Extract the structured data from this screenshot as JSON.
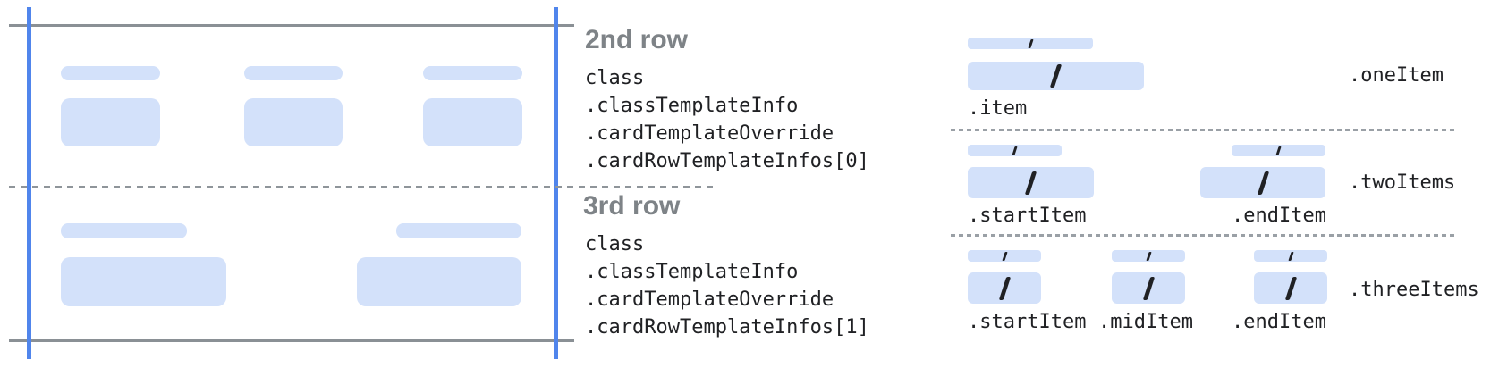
{
  "card": {
    "top_row_placeholder_columns": 3,
    "bottom_row_placeholder_columns": 2,
    "colors": {
      "placeholder_fill": "#d3e1fa",
      "guide_line_blue": "#5085ec",
      "frame_line_gray": "#8a9095",
      "row_divider_gray": "#8f959a"
    }
  },
  "annotations": [
    {
      "heading": "2nd row",
      "lines": [
        "class",
        ".classTemplateInfo",
        ".cardTemplateOverride",
        ".cardRowTemplateInfos[0]"
      ]
    },
    {
      "heading": "3rd row",
      "lines": [
        "class",
        ".classTemplateInfo",
        ".cardTemplateOverride",
        ".cardRowTemplateInfos[1]"
      ]
    }
  ],
  "layouts": [
    {
      "name": ".oneItem",
      "item_labels": [
        ".item"
      ]
    },
    {
      "name": ".twoItems",
      "item_labels": [
        ".startItem",
        ".endItem"
      ]
    },
    {
      "name": ".threeItems",
      "item_labels": [
        ".startItem",
        ".midItem",
        ".endItem"
      ]
    }
  ],
  "icons": {
    "slash": "/"
  },
  "text_colors": {
    "heading_gray": "#7e8387",
    "code_text": "#202124"
  }
}
